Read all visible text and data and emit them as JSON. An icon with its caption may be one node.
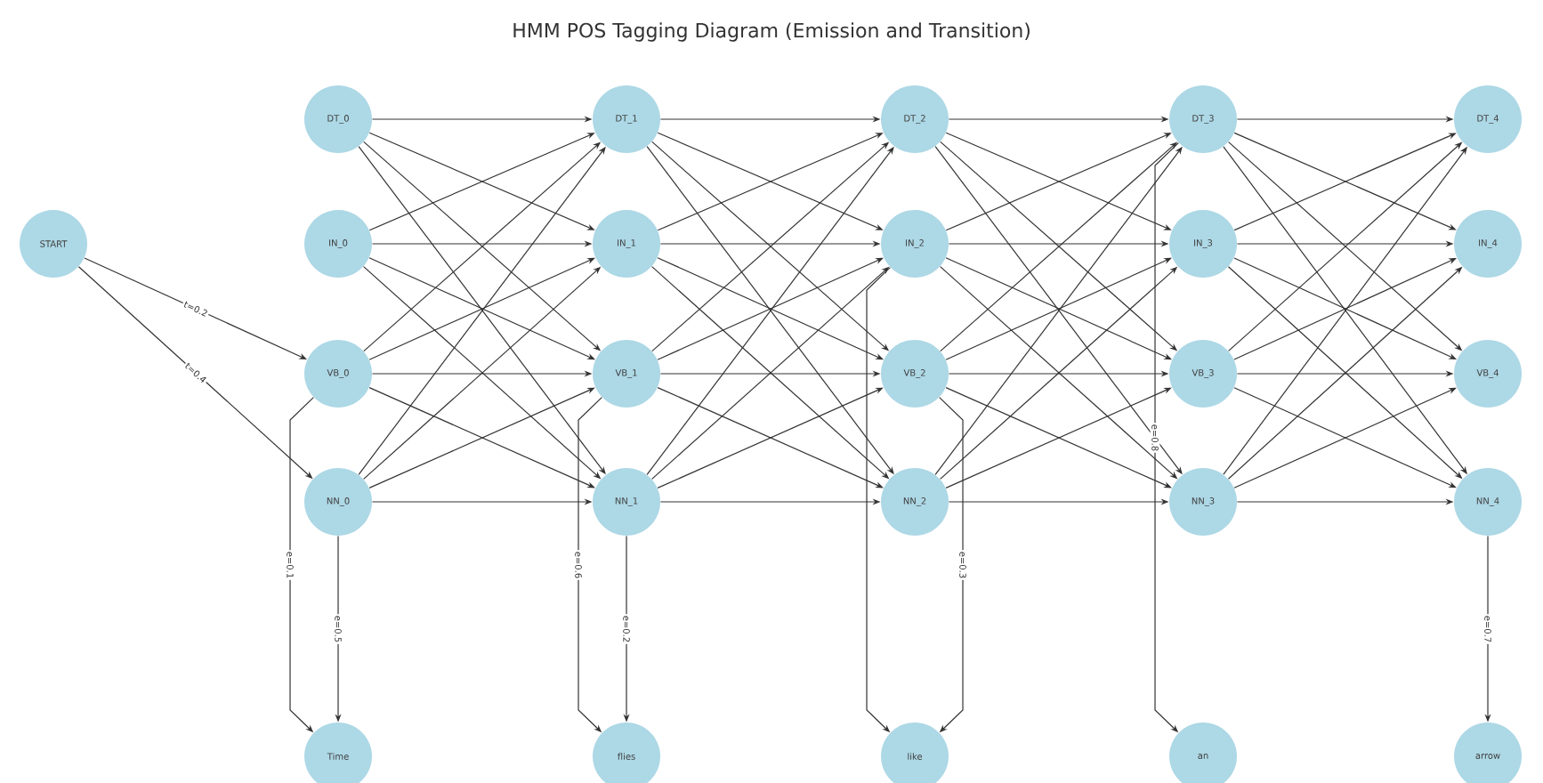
{
  "diagram": {
    "title": "HMM POS Tagging Diagram (Emission and Transition)",
    "nodes": [
      {
        "text": [
          "START"
        ]
      },
      {
        "text": [
          "DT_0"
        ]
      },
      {
        "text": [
          "IN_0"
        ]
      },
      {
        "text": [
          "VB_0"
        ]
      },
      {
        "text": [
          "NN_0"
        ]
      },
      {
        "text": [
          "DT_1"
        ]
      },
      {
        "text": [
          "IN_1"
        ]
      },
      {
        "text": [
          "VB_1"
        ]
      },
      {
        "text": [
          "NN_1"
        ]
      },
      {
        "text": [
          "DT_2"
        ]
      },
      {
        "text": [
          "IN_2"
        ]
      },
      {
        "text": [
          "VB_2"
        ]
      },
      {
        "text": [
          "NN_2"
        ]
      },
      {
        "text": [
          "DT_3"
        ]
      },
      {
        "text": [
          "IN_3"
        ]
      },
      {
        "text": [
          "VB_3"
        ]
      },
      {
        "text": [
          "NN_3"
        ]
      },
      {
        "text": [
          "DT_4"
        ]
      },
      {
        "text": [
          "IN_4"
        ]
      },
      {
        "text": [
          "VB_4"
        ]
      },
      {
        "text": [
          "NN_4"
        ]
      },
      {
        "text": [
          "Time"
        ]
      },
      {
        "text": [
          "flies"
        ]
      },
      {
        "text": [
          "like"
        ]
      },
      {
        "text": [
          "an"
        ]
      },
      {
        "text": [
          "arrow"
        ]
      }
    ],
    "edges": [
      {
        "from": 0,
        "to": 3,
        "arrow": "to",
        "label": "t=0.2"
      },
      {
        "from": 0,
        "to": 4,
        "arrow": "to",
        "label": "t=0.4"
      },
      {
        "from": 1,
        "to": 5,
        "arrow": "to"
      },
      {
        "from": 1,
        "to": 6,
        "arrow": "to"
      },
      {
        "from": 1,
        "to": 7,
        "arrow": "to"
      },
      {
        "from": 1,
        "to": 8,
        "arrow": "to"
      },
      {
        "from": 2,
        "to": 5,
        "arrow": "to"
      },
      {
        "from": 2,
        "to": 6,
        "arrow": "to"
      },
      {
        "from": 2,
        "to": 7,
        "arrow": "to"
      },
      {
        "from": 2,
        "to": 8,
        "arrow": "to"
      },
      {
        "from": 3,
        "to": 5,
        "arrow": "to"
      },
      {
        "from": 3,
        "to": 6,
        "arrow": "to"
      },
      {
        "from": 3,
        "to": 7,
        "arrow": "to"
      },
      {
        "from": 3,
        "to": 8,
        "arrow": "to"
      },
      {
        "from": 4,
        "to": 5,
        "arrow": "to"
      },
      {
        "from": 4,
        "to": 6,
        "arrow": "to"
      },
      {
        "from": 4,
        "to": 7,
        "arrow": "to"
      },
      {
        "from": 4,
        "to": 8,
        "arrow": "to"
      },
      {
        "from": 5,
        "to": 9,
        "arrow": "to"
      },
      {
        "from": 5,
        "to": 10,
        "arrow": "to"
      },
      {
        "from": 5,
        "to": 11,
        "arrow": "to"
      },
      {
        "from": 5,
        "to": 12,
        "arrow": "to"
      },
      {
        "from": 6,
        "to": 9,
        "arrow": "to"
      },
      {
        "from": 6,
        "to": 10,
        "arrow": "to"
      },
      {
        "from": 6,
        "to": 11,
        "arrow": "to"
      },
      {
        "from": 6,
        "to": 12,
        "arrow": "to"
      },
      {
        "from": 7,
        "to": 9,
        "arrow": "to"
      },
      {
        "from": 7,
        "to": 10,
        "arrow": "to"
      },
      {
        "from": 7,
        "to": 11,
        "arrow": "to"
      },
      {
        "from": 7,
        "to": 12,
        "arrow": "to"
      },
      {
        "from": 8,
        "to": 9,
        "arrow": "to"
      },
      {
        "from": 8,
        "to": 10,
        "arrow": "to"
      },
      {
        "from": 8,
        "to": 11,
        "arrow": "to"
      },
      {
        "from": 8,
        "to": 12,
        "arrow": "to"
      },
      {
        "from": 9,
        "to": 13,
        "arrow": "to"
      },
      {
        "from": 9,
        "to": 14,
        "arrow": "to"
      },
      {
        "from": 9,
        "to": 15,
        "arrow": "to"
      },
      {
        "from": 9,
        "to": 16,
        "arrow": "to"
      },
      {
        "from": 10,
        "to": 13,
        "arrow": "to"
      },
      {
        "from": 10,
        "to": 14,
        "arrow": "to"
      },
      {
        "from": 10,
        "to": 15,
        "arrow": "to"
      },
      {
        "from": 10,
        "to": 16,
        "arrow": "to"
      },
      {
        "from": 11,
        "to": 13,
        "arrow": "to"
      },
      {
        "from": 11,
        "to": 14,
        "arrow": "to"
      },
      {
        "from": 11,
        "to": 15,
        "arrow": "to"
      },
      {
        "from": 11,
        "to": 16,
        "arrow": "to"
      },
      {
        "from": 12,
        "to": 13,
        "arrow": "to"
      },
      {
        "from": 12,
        "to": 14,
        "arrow": "to"
      },
      {
        "from": 12,
        "to": 15,
        "arrow": "to"
      },
      {
        "from": 12,
        "to": 16,
        "arrow": "to"
      },
      {
        "from": 13,
        "to": 17,
        "arrow": "to"
      },
      {
        "from": 13,
        "to": 18,
        "arrow": "to"
      },
      {
        "from": 13,
        "to": 19,
        "arrow": "to"
      },
      {
        "from": 13,
        "to": 20,
        "arrow": "to"
      },
      {
        "from": 14,
        "to": 17,
        "arrow": "to"
      },
      {
        "from": 14,
        "to": 18,
        "arrow": "to"
      },
      {
        "from": 14,
        "to": 19,
        "arrow": "to"
      },
      {
        "from": 14,
        "to": 20,
        "arrow": "to"
      },
      {
        "from": 15,
        "to": 17,
        "arrow": "to"
      },
      {
        "from": 15,
        "to": 18,
        "arrow": "to"
      },
      {
        "from": 15,
        "to": 19,
        "arrow": "to"
      },
      {
        "from": 15,
        "to": 20,
        "arrow": "to"
      },
      {
        "from": 16,
        "to": 17,
        "arrow": "to"
      },
      {
        "from": 16,
        "to": 18,
        "arrow": "to"
      },
      {
        "from": 16,
        "to": 19,
        "arrow": "to"
      },
      {
        "from": 16,
        "to": 20,
        "arrow": "to"
      },
      {
        "from": 3,
        "to": 21,
        "arrow": "to",
        "label": "e=0.1"
      },
      {
        "from": 4,
        "to": 21,
        "arrow": "to",
        "label": "e=0.5"
      },
      {
        "from": 7,
        "to": 22,
        "arrow": "to",
        "label": "e=0.6"
      },
      {
        "from": 8,
        "to": 22,
        "arrow": "to",
        "label": "e=0.2"
      },
      {
        "from": 10,
        "to": 23,
        "arrow": "to"
      },
      {
        "from": 11,
        "to": 23,
        "arrow": "to",
        "label": "e=0.3"
      },
      {
        "from": 13,
        "to": 24,
        "arrow": "to",
        "label": "e=0.8"
      },
      {
        "from": 20,
        "to": 25,
        "arrow": "to",
        "label": "e=0.7"
      }
    ]
  }
}
